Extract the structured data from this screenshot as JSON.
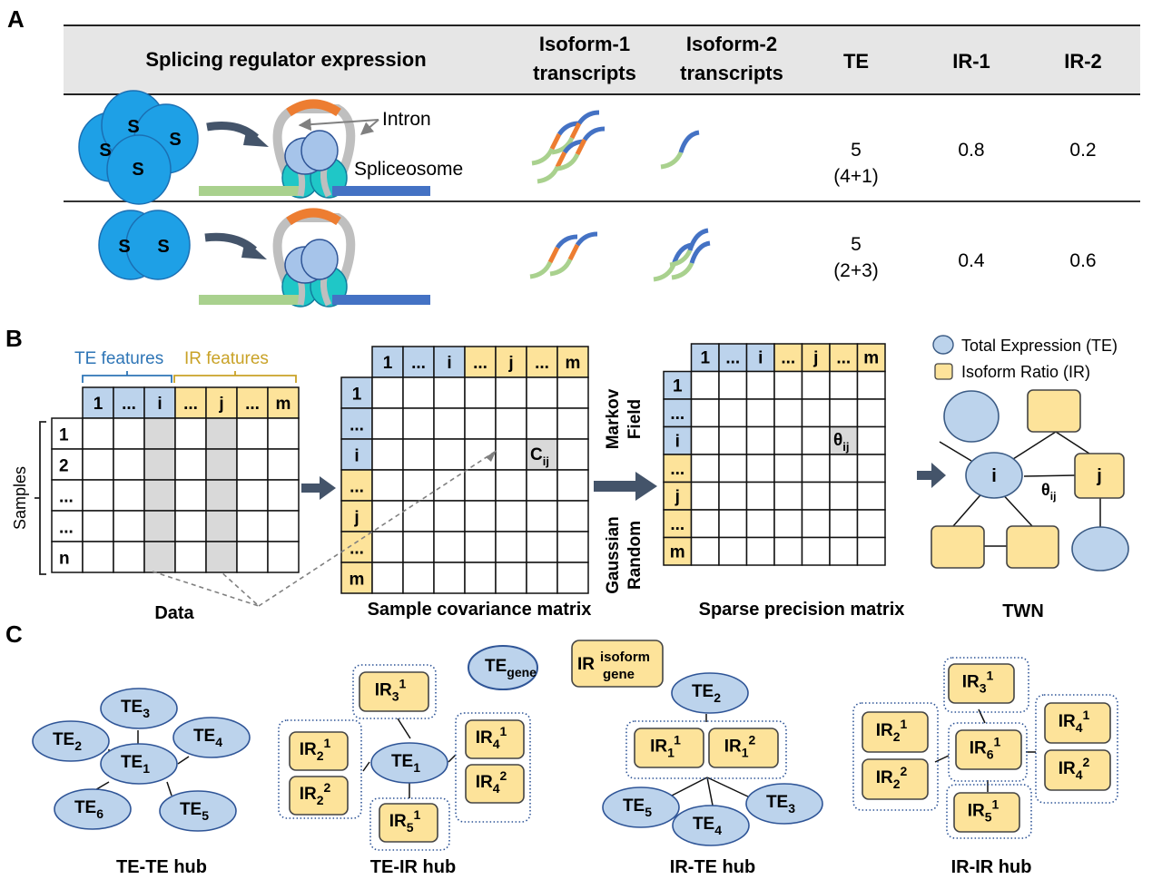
{
  "colors": {
    "te_fill": "#bcd3ec",
    "ir_fill": "#fde39a",
    "header_gray": "#e6e6e6",
    "regulator_blue": "#1ea0e6",
    "arrow_dark": "#44546a",
    "exon_green": "#a9d18e",
    "exon_blue": "#4472c4",
    "intron_orange": "#ed7d31",
    "intron_gray": "#bfbfbf",
    "spliceosome_teal": "#1fc7c7",
    "te_label_blue": "#2e75b6",
    "ir_label_gold": "#c9a227",
    "highlight_gray": "#d9d9d9"
  },
  "panelA": {
    "label": "A",
    "headers": {
      "splicing": "Splicing regulator expression",
      "iso1_l1": "Isoform-1",
      "iso1_l2": "transcripts",
      "iso2_l1": "Isoform-2",
      "iso2_l2": "transcripts",
      "te": "TE",
      "ir1": "IR-1",
      "ir2": "IR-2"
    },
    "regulator_glyph": "S",
    "intron_label": "Intron",
    "spliceosome_label": "Spliceosome",
    "rows": [
      {
        "regulator_count": 4,
        "te": "5",
        "te_detail": "(4+1)",
        "ir1": "0.8",
        "ir2": "0.2",
        "iso1_count": 4,
        "iso2_count": 1
      },
      {
        "regulator_count": 2,
        "te": "5",
        "te_detail": "(2+3)",
        "ir1": "0.4",
        "ir2": "0.6",
        "iso1_count": 2,
        "iso2_count": 3
      }
    ]
  },
  "panelB": {
    "label": "B",
    "te_features": "TE features",
    "ir_features": "IR features",
    "samples": "Samples",
    "col_headers": [
      "1",
      "...",
      "i",
      "...",
      "j",
      "...",
      "m"
    ],
    "row_headers_data": [
      "1",
      "2",
      "...",
      "...",
      "n"
    ],
    "row_headers_matrix": [
      "1",
      "...",
      "i",
      "...",
      "j",
      "...",
      "m"
    ],
    "data_caption": "Data",
    "cov_caption": "Sample covariance matrix",
    "cov_cell": "C",
    "cov_sub": "ij",
    "gmrf_l1": "Markov",
    "gmrf_l2": "Field",
    "gmrf_l3": "Gaussian",
    "gmrf_l4": "Random",
    "prec_caption": "Sparse precision matrix",
    "prec_cell": "θ",
    "prec_sub": "ij",
    "legend_te": "Total Expression (TE)",
    "legend_ir": "Isoform Ratio (IR)",
    "twn_node_i": "i",
    "twn_node_j": "j",
    "twn_edge": "θ",
    "twn_edge_sub": "ij",
    "twn_caption": "TWN"
  },
  "panelC": {
    "label": "C",
    "legend_te": "TE",
    "legend_te_sub": "gene",
    "legend_ir": "IR",
    "legend_ir_sup": "isoform",
    "legend_ir_sub": "gene",
    "hubs": [
      {
        "caption": "TE-TE hub",
        "center": {
          "base": "TE",
          "sub": "1"
        },
        "nodes": [
          {
            "base": "TE",
            "sub": "2"
          },
          {
            "base": "TE",
            "sub": "3"
          },
          {
            "base": "TE",
            "sub": "4"
          },
          {
            "base": "TE",
            "sub": "5"
          },
          {
            "base": "TE",
            "sub": "6"
          }
        ]
      },
      {
        "caption": "TE-IR hub",
        "center": {
          "base": "TE",
          "sub": "1"
        },
        "nodes": [
          {
            "base": "IR",
            "sub": "3",
            "sup": "1"
          },
          {
            "base": "IR",
            "sub": "2",
            "sup": "1"
          },
          {
            "base": "IR",
            "sub": "2",
            "sup": "2"
          },
          {
            "base": "IR",
            "sub": "4",
            "sup": "1"
          },
          {
            "base": "IR",
            "sub": "4",
            "sup": "2"
          },
          {
            "base": "IR",
            "sub": "5",
            "sup": "1"
          }
        ]
      },
      {
        "caption": "IR-TE hub",
        "center_pair": [
          {
            "base": "IR",
            "sub": "1",
            "sup": "1"
          },
          {
            "base": "IR",
            "sub": "1",
            "sup": "2"
          }
        ],
        "nodes": [
          {
            "base": "TE",
            "sub": "2"
          },
          {
            "base": "TE",
            "sub": "5"
          },
          {
            "base": "TE",
            "sub": "4"
          },
          {
            "base": "TE",
            "sub": "3"
          }
        ]
      },
      {
        "caption": "IR-IR hub",
        "center": {
          "base": "IR",
          "sub": "6",
          "sup": "1"
        },
        "nodes": [
          {
            "base": "IR",
            "sub": "3",
            "sup": "1"
          },
          {
            "base": "IR",
            "sub": "2",
            "sup": "1"
          },
          {
            "base": "IR",
            "sub": "2",
            "sup": "2"
          },
          {
            "base": "IR",
            "sub": "4",
            "sup": "1"
          },
          {
            "base": "IR",
            "sub": "4",
            "sup": "2"
          },
          {
            "base": "IR",
            "sub": "5",
            "sup": "1"
          }
        ]
      }
    ]
  }
}
